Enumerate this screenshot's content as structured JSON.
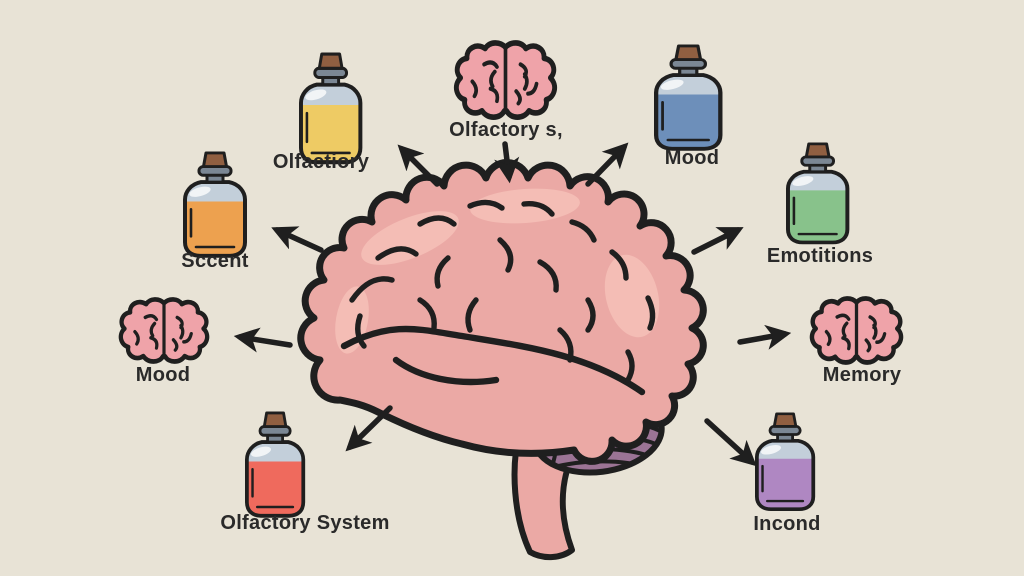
{
  "style": {
    "background": "#e8e3d6",
    "ink": "#1f1f1f",
    "text": "#2a2a2a",
    "glass": "#c3cfda",
    "cork": "#905f41",
    "collar": "#7b8794",
    "brain": "#eba9a5",
    "brain-light": "#f4bdb5",
    "cerebellum": "#9b7495",
    "small-brain": "#efa3a9"
  },
  "center": {
    "subject": "brain"
  },
  "items": [
    {
      "type": "bottle",
      "label": "Olfactiory",
      "liquid_color": "#eecb64",
      "position": "top-left"
    },
    {
      "type": "small-brain",
      "label": "Olfactory s,",
      "position": "top-center"
    },
    {
      "type": "bottle",
      "label": "Mood",
      "liquid_color": "#6d8fba",
      "position": "top-right"
    },
    {
      "type": "bottle",
      "label": "Sccent",
      "liquid_color": "#eda14f",
      "position": "left-upper"
    },
    {
      "type": "bottle",
      "label": "Emotitions",
      "liquid_color": "#88c28b",
      "position": "right-upper"
    },
    {
      "type": "small-brain",
      "label": "Mood",
      "position": "left"
    },
    {
      "type": "small-brain",
      "label": "Memory",
      "position": "right"
    },
    {
      "type": "bottle",
      "label": "Olfactory System",
      "liquid_color": "#ef6a5d",
      "position": "bottom-left"
    },
    {
      "type": "bottle",
      "label": "Incond",
      "liquid_color": "#af87c2",
      "position": "bottom-right"
    }
  ]
}
